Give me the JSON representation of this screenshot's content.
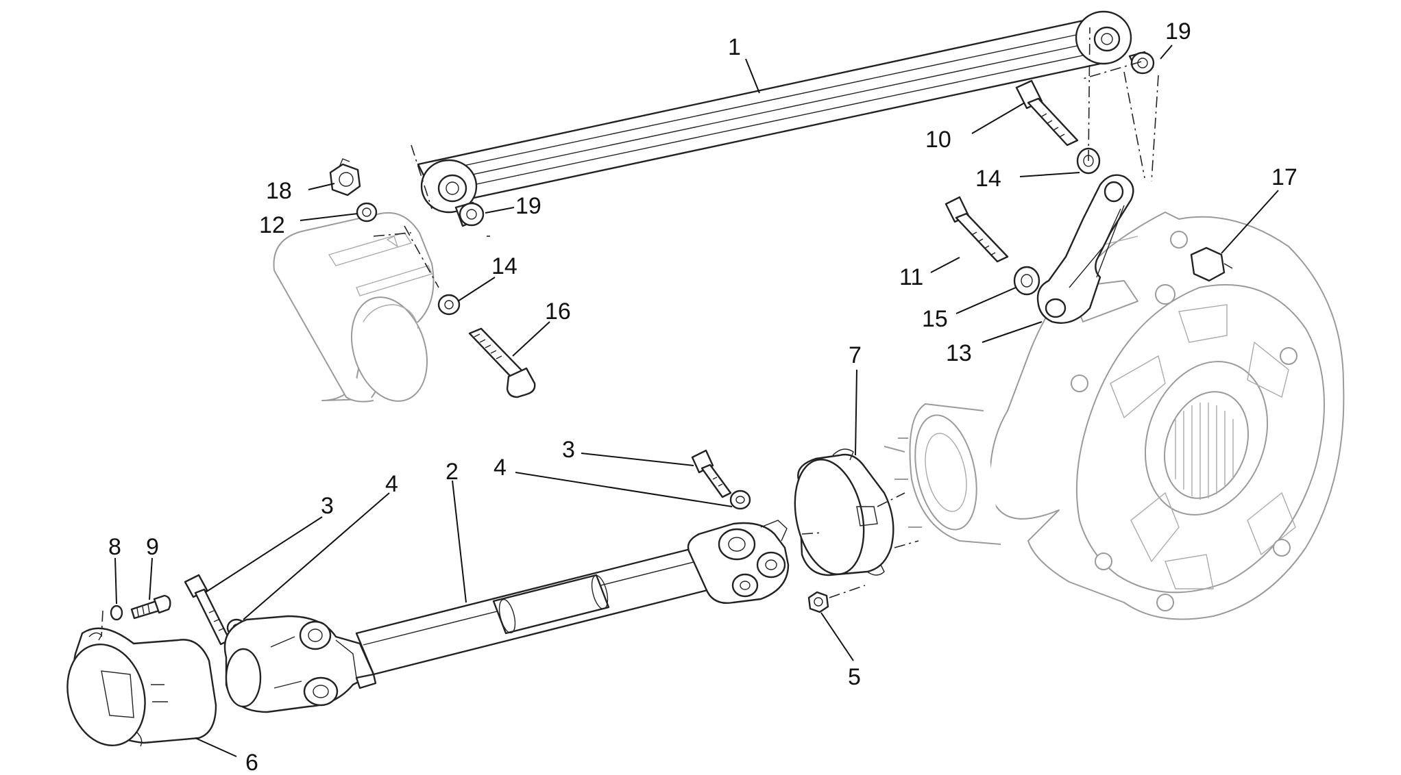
{
  "callouts": [
    {
      "id": "c1",
      "text": "1"
    },
    {
      "id": "c19a",
      "text": "19"
    },
    {
      "id": "c10",
      "text": "10"
    },
    {
      "id": "c14a",
      "text": "14"
    },
    {
      "id": "c17",
      "text": "17"
    },
    {
      "id": "c18",
      "text": "18"
    },
    {
      "id": "c12",
      "text": "12"
    },
    {
      "id": "c19b",
      "text": "19"
    },
    {
      "id": "c14b",
      "text": "14"
    },
    {
      "id": "c16",
      "text": "16"
    },
    {
      "id": "c11",
      "text": "11"
    },
    {
      "id": "c15",
      "text": "15"
    },
    {
      "id": "c13",
      "text": "13"
    },
    {
      "id": "c7",
      "text": "7"
    },
    {
      "id": "c3a",
      "text": "3"
    },
    {
      "id": "c4a",
      "text": "4"
    },
    {
      "id": "c2",
      "text": "2"
    },
    {
      "id": "c3b",
      "text": "3"
    },
    {
      "id": "c4b",
      "text": "4"
    },
    {
      "id": "c8",
      "text": "8"
    },
    {
      "id": "c9",
      "text": "9"
    },
    {
      "id": "c5",
      "text": "5"
    },
    {
      "id": "c6",
      "text": "6"
    }
  ]
}
